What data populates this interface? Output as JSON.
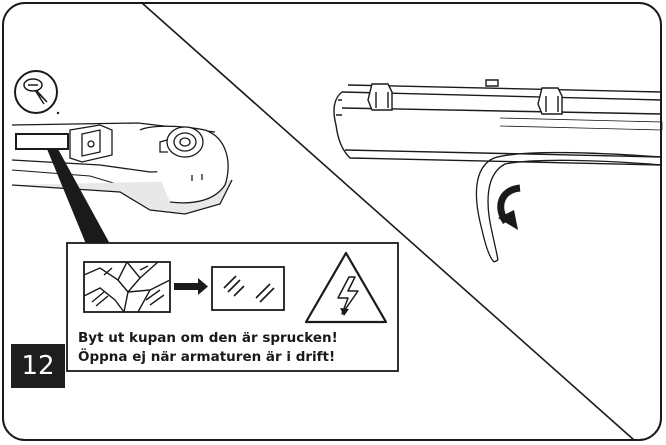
{
  "step": {
    "number": "12"
  },
  "warning_label": {
    "line1": "Byt ut kupan om den är sprucken!",
    "line2": "Öppna ej när armaturen är i drift!"
  },
  "icons": [
    "screw-icon",
    "cracked-cover-icon",
    "arrow-right-icon",
    "new-cover-icon",
    "high-voltage-warning-icon",
    "rotation-arrow-icon"
  ],
  "colors": {
    "line": "#1a1a1a",
    "badge": "#1e1e1e",
    "shade": "#d9d9d9"
  }
}
